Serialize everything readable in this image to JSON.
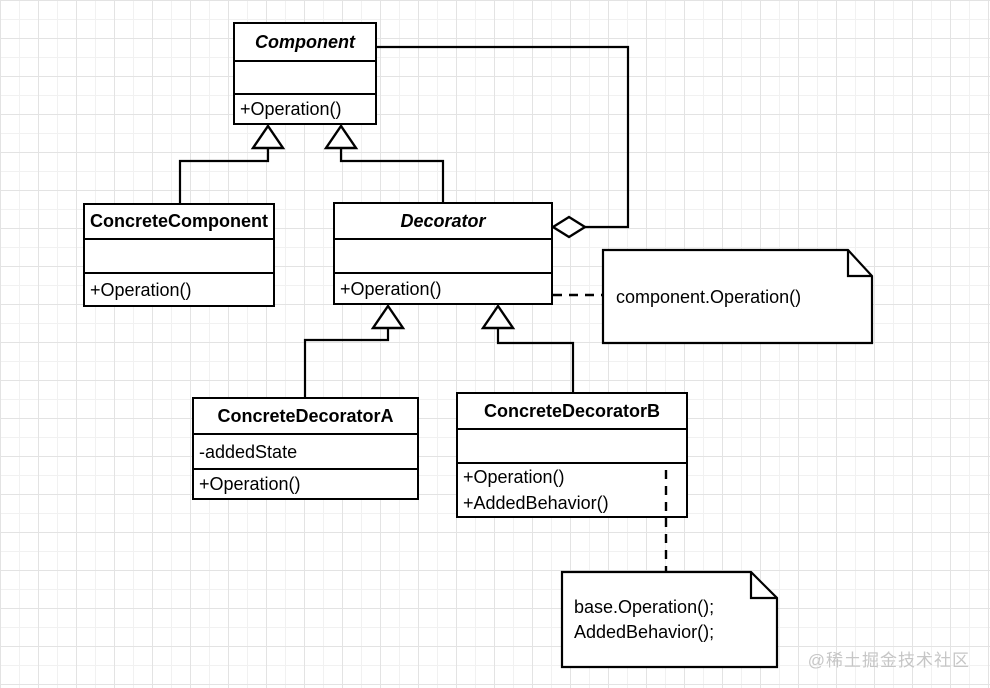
{
  "diagram": {
    "type": "uml-class-diagram",
    "pattern": "Decorator",
    "classes": [
      {
        "name": "Component",
        "abstract": true,
        "attributes": [],
        "methods": [
          "+Operation()"
        ]
      },
      {
        "name": "ConcreteComponent",
        "abstract": false,
        "attributes": [],
        "methods": [
          "+Operation()"
        ]
      },
      {
        "name": "Decorator",
        "abstract": true,
        "attributes": [],
        "methods": [
          "+Operation()"
        ]
      },
      {
        "name": "ConcreteDecoratorA",
        "abstract": false,
        "attributes": [
          "-addedState"
        ],
        "methods": [
          "+Operation()"
        ]
      },
      {
        "name": "ConcreteDecoratorB",
        "abstract": false,
        "attributes": [],
        "methods": [
          "+Operation()",
          "+AddedBehavior()"
        ]
      }
    ],
    "notes": [
      {
        "lines": [
          "component.Operation()"
        ]
      },
      {
        "lines": [
          "base.Operation();",
          "AddedBehavior();"
        ]
      }
    ],
    "relationships": [
      {
        "type": "generalization",
        "from": "ConcreteComponent",
        "to": "Component"
      },
      {
        "type": "generalization",
        "from": "Decorator",
        "to": "Component"
      },
      {
        "type": "aggregation",
        "from": "Decorator",
        "to": "Component"
      },
      {
        "type": "generalization",
        "from": "ConcreteDecoratorA",
        "to": "Decorator"
      },
      {
        "type": "generalization",
        "from": "ConcreteDecoratorB",
        "to": "Decorator"
      },
      {
        "type": "note-attachment",
        "from": "note-0",
        "to": "Decorator"
      },
      {
        "type": "note-attachment",
        "from": "note-1",
        "to": "ConcreteDecoratorB"
      }
    ],
    "watermark": "@稀土掘金技术社区",
    "colors": {
      "stroke": "#000000",
      "shape_fill": "#ffffff",
      "grid_major": "#e3e3e3",
      "grid_minor": "#f1f1f1",
      "watermark": "#c6c6c6"
    }
  }
}
